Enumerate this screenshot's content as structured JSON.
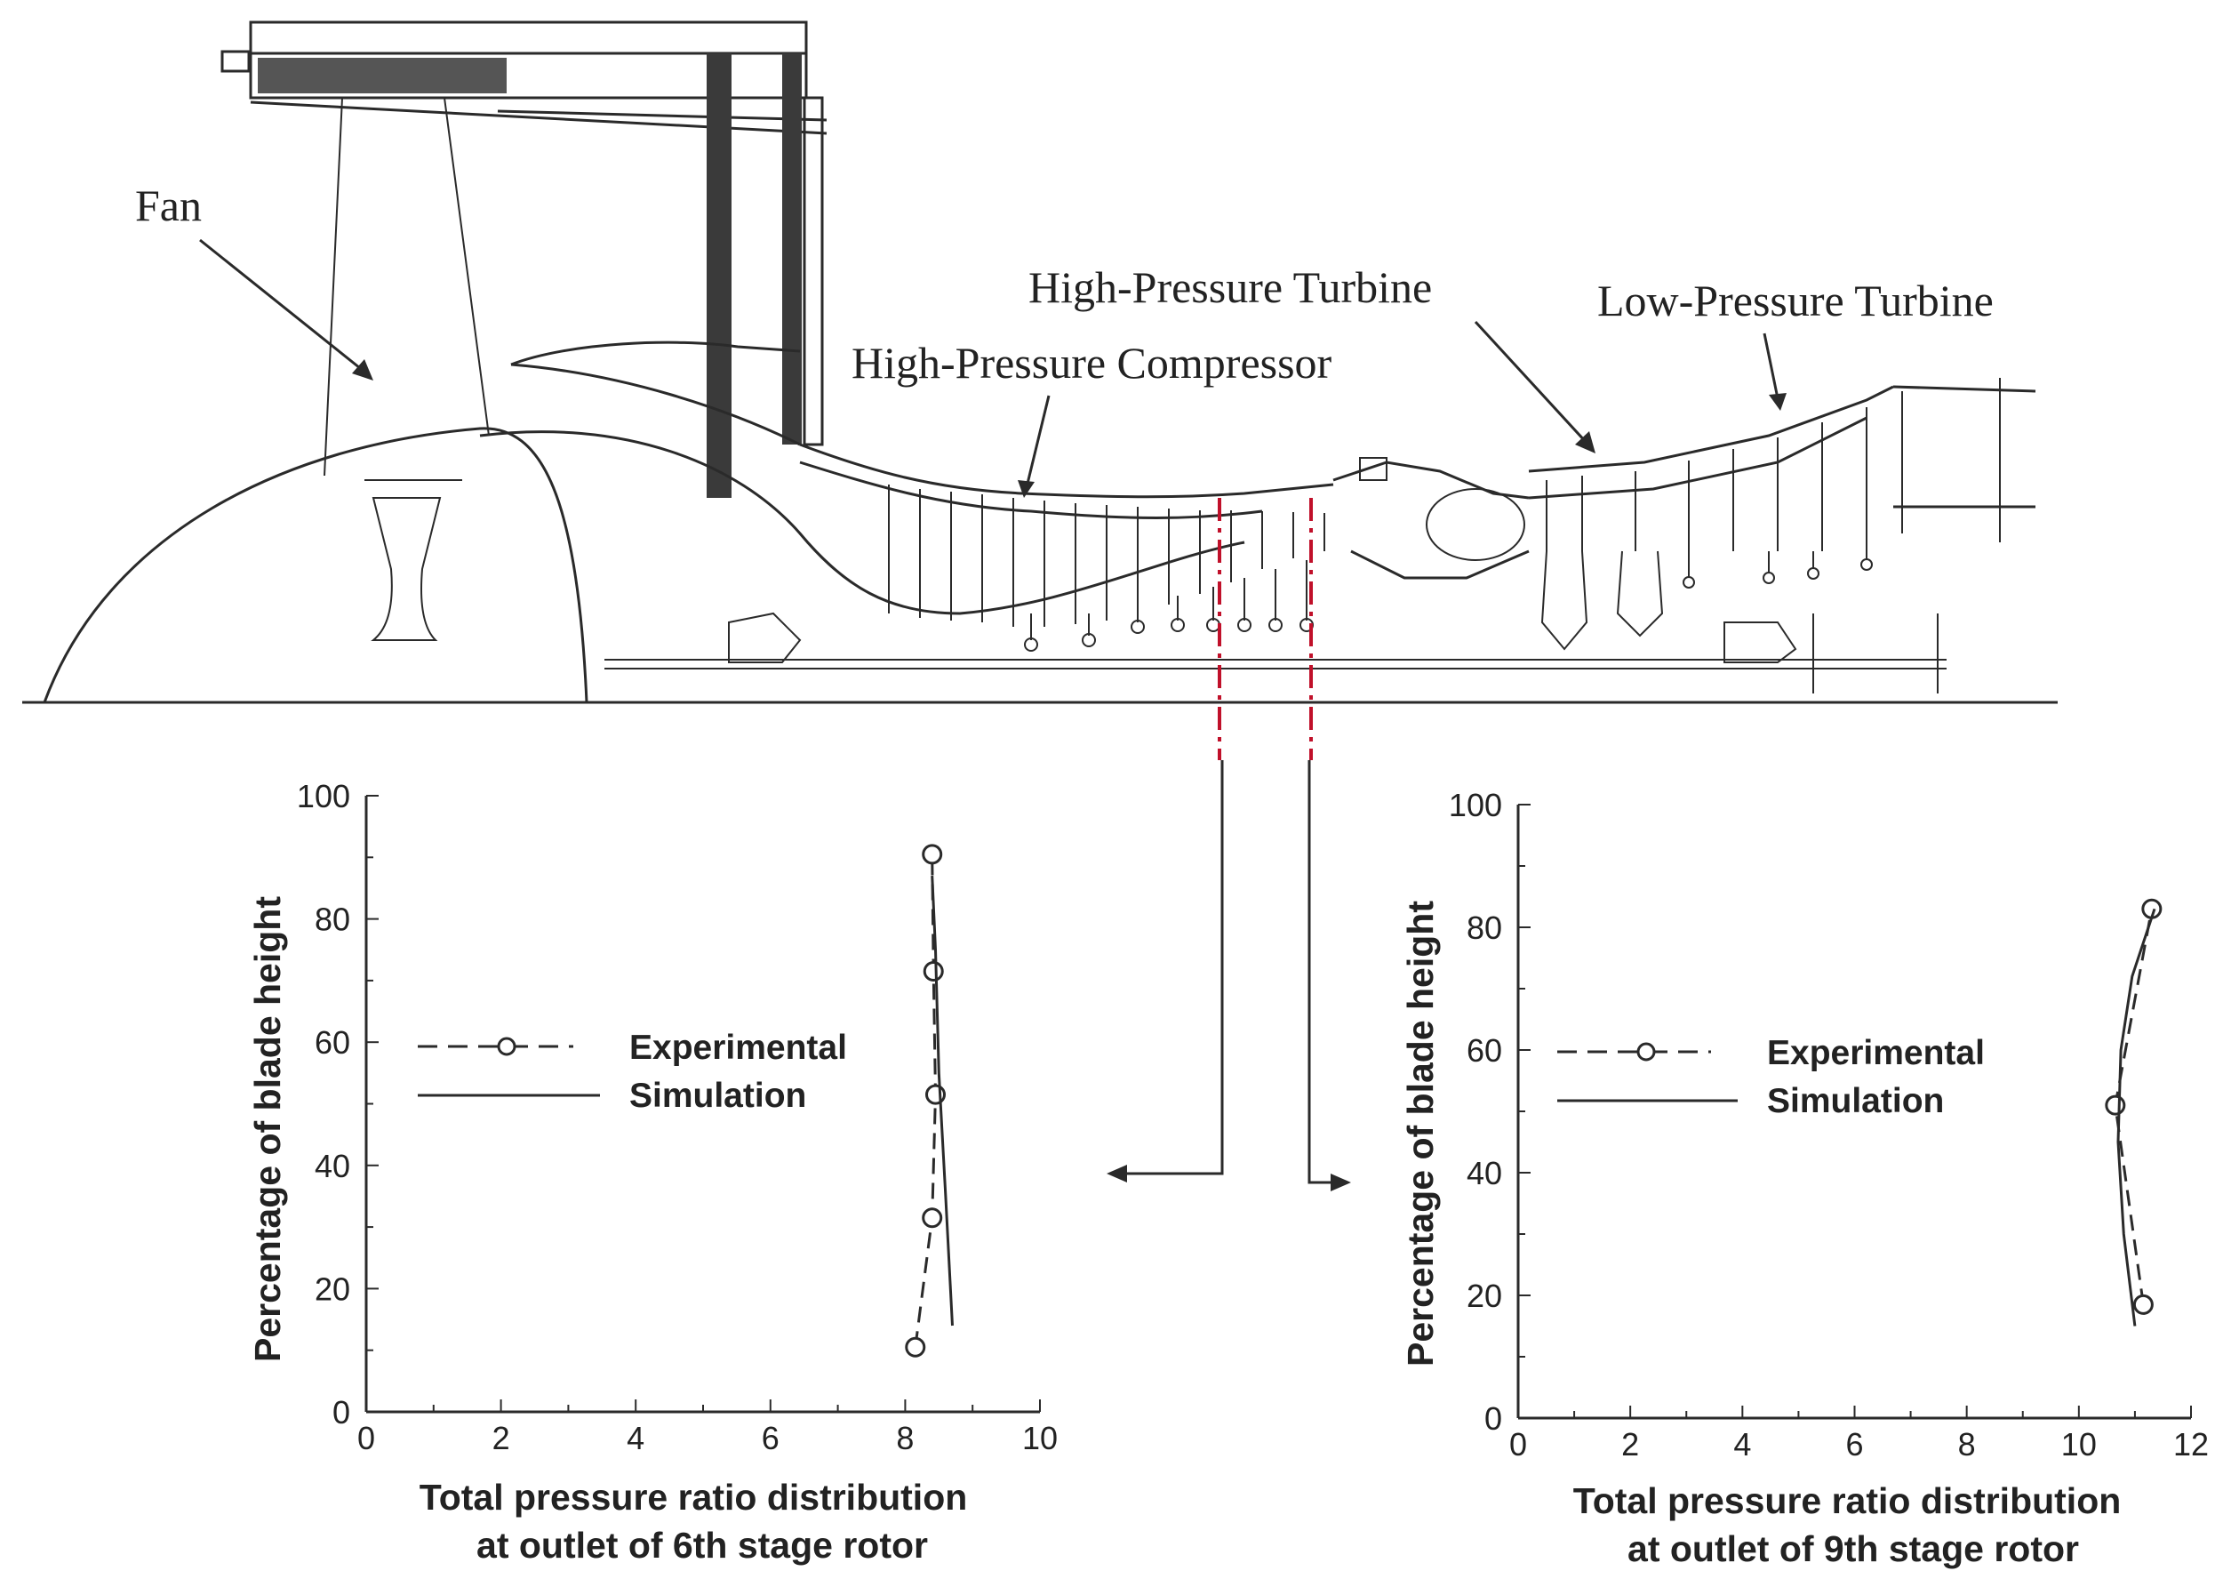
{
  "diagram": {
    "labels": {
      "fan": "Fan",
      "hpt": "High-Pressure Turbine",
      "lpt": "Low-Pressure Turbine",
      "hpc": "High-Pressure Compressor"
    },
    "colors": {
      "ink": "#2a2a2a",
      "section_marker": "#c0102a"
    }
  },
  "chart_data": [
    {
      "type": "line",
      "xlabel": "Total pressure ratio distribution\nat outlet of 6th stage rotor",
      "xlabel_lines": [
        "Total pressure ratio distribution",
        "at outlet of 6th stage rotor"
      ],
      "ylabel": "Percentage of blade height",
      "xlim": [
        0,
        10
      ],
      "ylim": [
        0,
        100
      ],
      "xticks": [
        0,
        2,
        4,
        6,
        8,
        10
      ],
      "yticks": [
        0,
        20,
        40,
        60,
        80,
        100
      ],
      "legend": {
        "placement": "center-left",
        "entries": [
          "Experimental",
          "Simulation"
        ]
      },
      "series": [
        {
          "name": "Experimental",
          "style": "dashed-circle",
          "x": [
            8.15,
            8.4,
            8.45,
            8.42,
            8.4
          ],
          "y": [
            10.5,
            31.5,
            51.5,
            71.5,
            90.5
          ]
        },
        {
          "name": "Simulation",
          "style": "solid",
          "x": [
            8.7,
            8.6,
            8.5,
            8.45,
            8.4
          ],
          "y": [
            14,
            35,
            55,
            75,
            87
          ]
        }
      ]
    },
    {
      "type": "line",
      "xlabel": "Total pressure ratio distribution\nat outlet of 9th stage rotor",
      "xlabel_lines": [
        "Total pressure ratio distribution",
        "at outlet of 9th stage rotor"
      ],
      "ylabel": "Percentage of blade height",
      "xlim": [
        0,
        12
      ],
      "ylim": [
        0,
        100
      ],
      "xticks": [
        0,
        2,
        4,
        6,
        8,
        10,
        12
      ],
      "yticks": [
        0,
        20,
        40,
        60,
        80,
        100
      ],
      "legend": {
        "placement": "center-left",
        "entries": [
          "Experimental",
          "Simulation"
        ]
      },
      "series": [
        {
          "name": "Experimental",
          "style": "dashed-circle",
          "x": [
            11.15,
            10.65,
            11.3
          ],
          "y": [
            18.5,
            51,
            83
          ]
        },
        {
          "name": "Simulation",
          "style": "solid",
          "x": [
            11.0,
            10.8,
            10.7,
            10.75,
            10.95,
            11.35
          ],
          "y": [
            15,
            30,
            45,
            60,
            72,
            83
          ]
        }
      ]
    }
  ]
}
